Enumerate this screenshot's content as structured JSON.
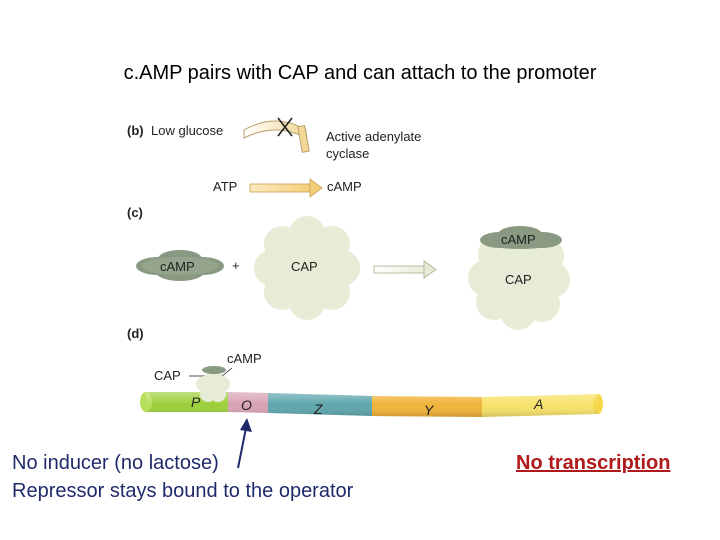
{
  "title": "c.AMP pairs with CAP and can attach to the promoter",
  "panel_b": {
    "label": "(b)",
    "condition": "Low glucose",
    "enzyme_line1": "Active adenylate",
    "enzyme_line2": "cyclase",
    "substrate": "ATP",
    "product": "cAMP"
  },
  "panel_c": {
    "label": "(c)",
    "camp": "cAMP",
    "plus": "+",
    "cap": "CAP",
    "complex_top": "cAMP",
    "complex_bottom": "CAP"
  },
  "panel_d": {
    "label": "(d)",
    "cap": "CAP",
    "camp": "cAMP",
    "genes": [
      "P",
      "O",
      "Z",
      "Y",
      "A"
    ]
  },
  "notes": {
    "line1": "No inducer (no lactose)",
    "line2": "Repressor stays bound to the operator",
    "result": "No transcription"
  },
  "colors": {
    "note_text": "#1f2a6b",
    "result_text": "#b11a1a",
    "cap_fill": "#e6ecd6",
    "camp_fill": "#8a9a82",
    "dna_p": "#9ccf3a",
    "dna_o": "#d8a2b4",
    "dna_z": "#5fa6ad",
    "dna_y": "#f1b43a",
    "dna_a": "#f7e36b"
  }
}
